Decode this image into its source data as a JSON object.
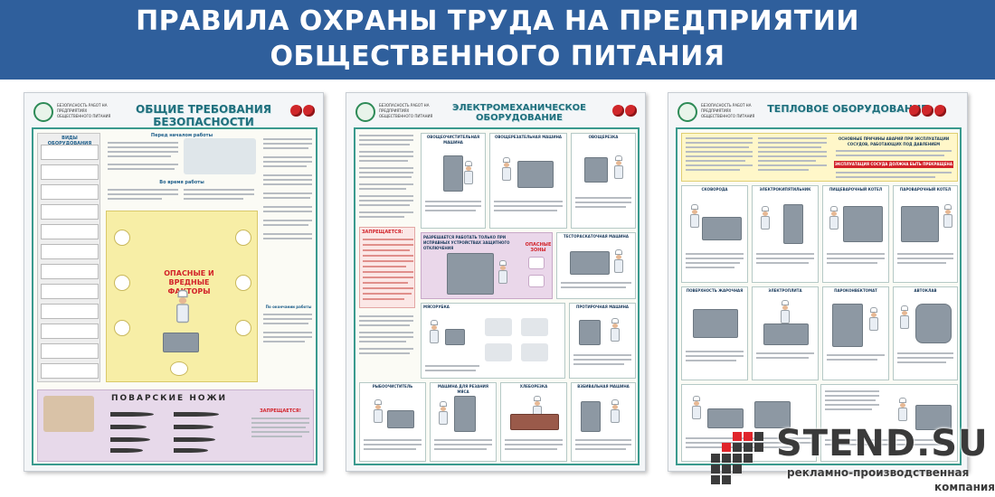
{
  "banner": {
    "line1": "ПРАВИЛА ОХРАНЫ ТРУДА НА ПРЕДПРИЯТИИ",
    "line2": "ОБЩЕСТВЕННОГО ПИТАНИЯ"
  },
  "colors": {
    "banner": "#2f5f9c",
    "accent_teal": "#1f6f7d",
    "danger_red": "#d2232a"
  },
  "posters": [
    {
      "title": "ОБЩИЕ ТРЕБОВАНИЯ БЕЗОПАСНОСТИ",
      "header_small": "БЕЗОПАСНОСТЬ РАБОТ НА ПРЕДПРИЯТИЯХ ОБЩЕСТВЕННОГО ПИТАНИЯ",
      "sidebar_heading": "ВИДЫ ОБОРУДОВАНИЯ",
      "section_before": "Перед началом работы",
      "section_during": "Во время работы",
      "section_after": "По окончании работы",
      "danger_factors": "ОПАСНЫЕ И ВРЕДНЫЕ ФАКТОРЫ",
      "knives_title": "ПОВАРСКИЕ НОЖИ",
      "forbidden": "ЗАПРЕЩАЕТСЯ!"
    },
    {
      "title": "ЭЛЕКТРОМЕХАНИЧЕСКОЕ ОБОРУДОВАНИЕ",
      "header_small": "БЕЗОПАСНОСТЬ РАБОТ НА ПРЕДПРИЯТИЯХ ОБЩЕСТВЕННОГО ПИТАНИЯ",
      "forbidden": "ЗАПРЕЩАЕТСЯ:",
      "center_caption": "РАЗРЕШАЕТСЯ РАБОТАТЬ ТОЛЬКО ПРИ ИСПРАВНЫХ УСТРОЙСТВАХ ЗАЩИТНОГО ОТКЛЮЧЕНИЯ",
      "danger_zones": "ОПАСНЫЕ ЗОНЫ",
      "cells": [
        "ОВОЩЕОЧИСТИТЕЛЬНАЯ МАШИНА",
        "ОВОЩЕРЕЗАТЕЛЬНАЯ МАШИНА",
        "ОВОЩЕРЕЗКА",
        "ТЕСТОРАСКАТОЧНАЯ МАШИНА",
        "МЯСОРУБКА",
        "ПРОТИРОЧНАЯ МАШИНА",
        "РЫБООЧИСТИТЕЛЬ",
        "МАШИНА ДЛЯ РЕЗАНИЯ МЯСА",
        "ХЛЕБОРЕЗКА",
        "ВЗБИВАЛЬНАЯ МАШИНА"
      ]
    },
    {
      "title": "ТЕПЛОВОЕ ОБОРУДОВАНИЕ",
      "header_small": "БЕЗОПАСНОСТЬ РАБОТ НА ПРЕДПРИЯТИЯХ ОБЩЕСТВЕННОГО ПИТАНИЯ",
      "top_heading": "ОСНОВНЫЕ ПРИЧИНЫ АВАРИЙ ПРИ ЭКСПЛУАТАЦИИ СОСУДОВ, РАБОТАЮЩИХ ПОД ДАВЛЕНИЕМ",
      "red_label": "ЭКСПЛУАТАЦИЯ СОСУДА ДОЛЖНА БЫТЬ ПРЕКРАЩЕНА",
      "cells": [
        "СКОВОРОДА",
        "ЭЛЕКТРОКИПЯТИЛЬНИК",
        "ПИЩЕВАРОЧНЫЙ КОТЕЛ",
        "ПАРОВАРОЧНЫЙ КОТЕЛ",
        "ПОВЕРХНОСТЬ ЖАРОЧНАЯ",
        "ЭЛЕКТРОПЛИТА",
        "ПАРОКОНВЕКТОМАТ",
        "АВТОКЛАВ"
      ]
    }
  ],
  "watermark": {
    "brand": "STEND.SU",
    "subtitle1": "рекламно-производственная",
    "subtitle2": "компания"
  }
}
